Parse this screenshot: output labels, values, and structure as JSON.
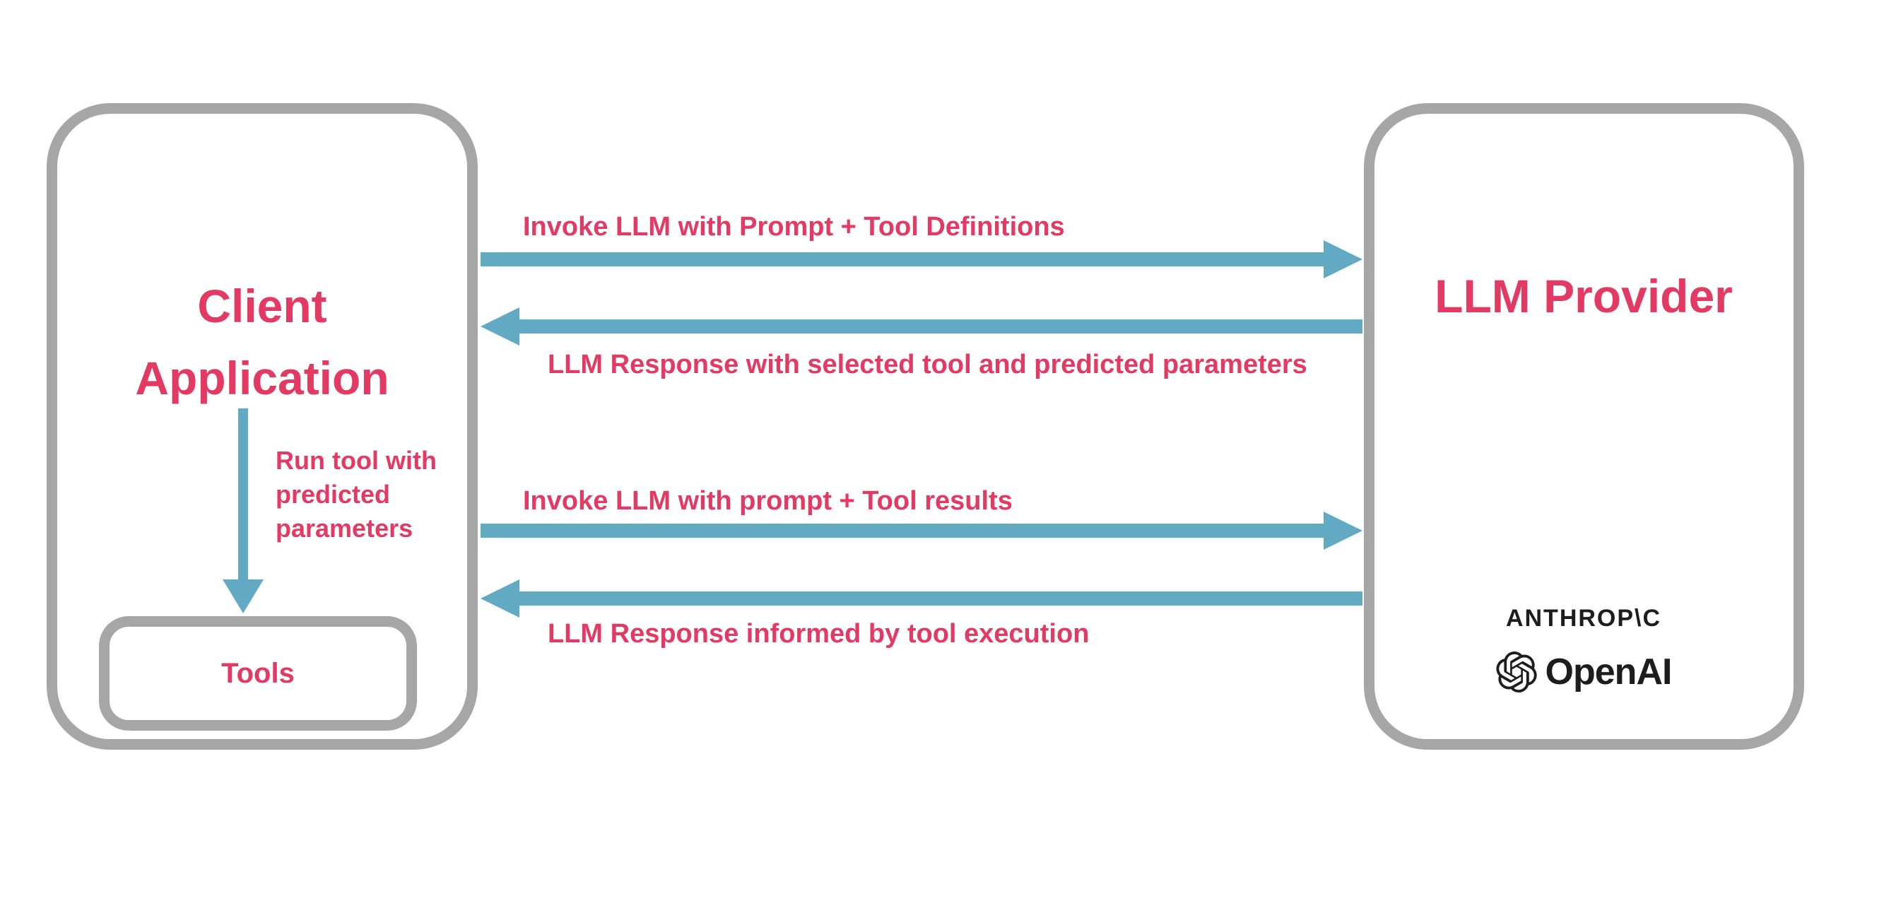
{
  "diagram": {
    "client_box": {
      "title": "Client Application",
      "run_tool_label": "Run tool with predicted parameters",
      "tools_box": {
        "label": "Tools"
      }
    },
    "provider_box": {
      "title": "LLM Provider",
      "logos": [
        {
          "name": "Anthropic",
          "text": "ANTHROP\\C"
        },
        {
          "name": "OpenAI",
          "text": "OpenAI"
        }
      ]
    },
    "flows": [
      {
        "direction": "right",
        "label": "Invoke LLM with Prompt + Tool Definitions"
      },
      {
        "direction": "left",
        "label": "LLM Response with selected tool and predicted parameters"
      },
      {
        "direction": "right",
        "label": "Invoke LLM with prompt + Tool results"
      },
      {
        "direction": "left",
        "label": "LLM Response informed by tool execution"
      }
    ],
    "colors": {
      "accent-pink": "#e23a63",
      "arrow-blue": "#62a9c3",
      "border-gray": "#a6a6a6",
      "logo-black": "#1d1d1d"
    }
  }
}
